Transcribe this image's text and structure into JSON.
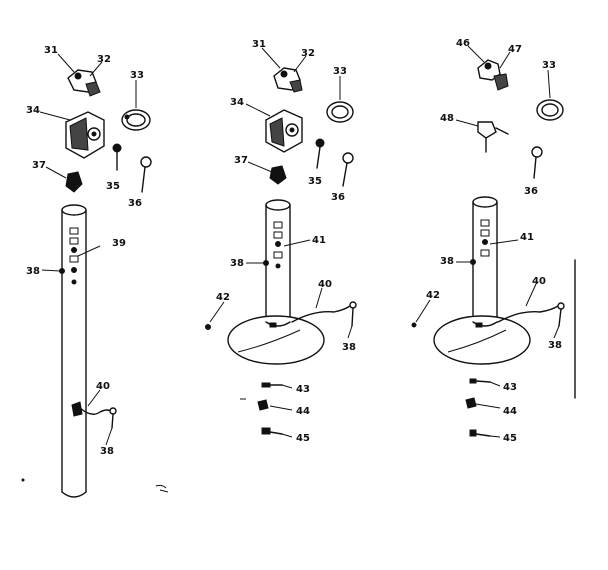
{
  "labels": {
    "a31": "31",
    "a32": "32",
    "a33": "33",
    "a34": "34",
    "a35": "35",
    "a36": "36",
    "a37": "37",
    "a38": "38",
    "a39": "39",
    "a40": "40",
    "a38b": "38",
    "b31": "31",
    "b32": "32",
    "b33": "33",
    "b34": "34",
    "b35": "35",
    "b36": "36",
    "b37": "37",
    "b38": "38",
    "b41": "41",
    "b42": "42",
    "b40": "40",
    "b38b": "38",
    "b43": "43",
    "b44": "44",
    "b45": "45",
    "c46": "46",
    "c47": "47",
    "c33": "33",
    "c48": "48",
    "c36": "36",
    "c41": "41",
    "c38": "38",
    "c42": "42",
    "c40": "40",
    "c38b": "38",
    "c43": "43",
    "c44": "44",
    "c45": "45"
  }
}
